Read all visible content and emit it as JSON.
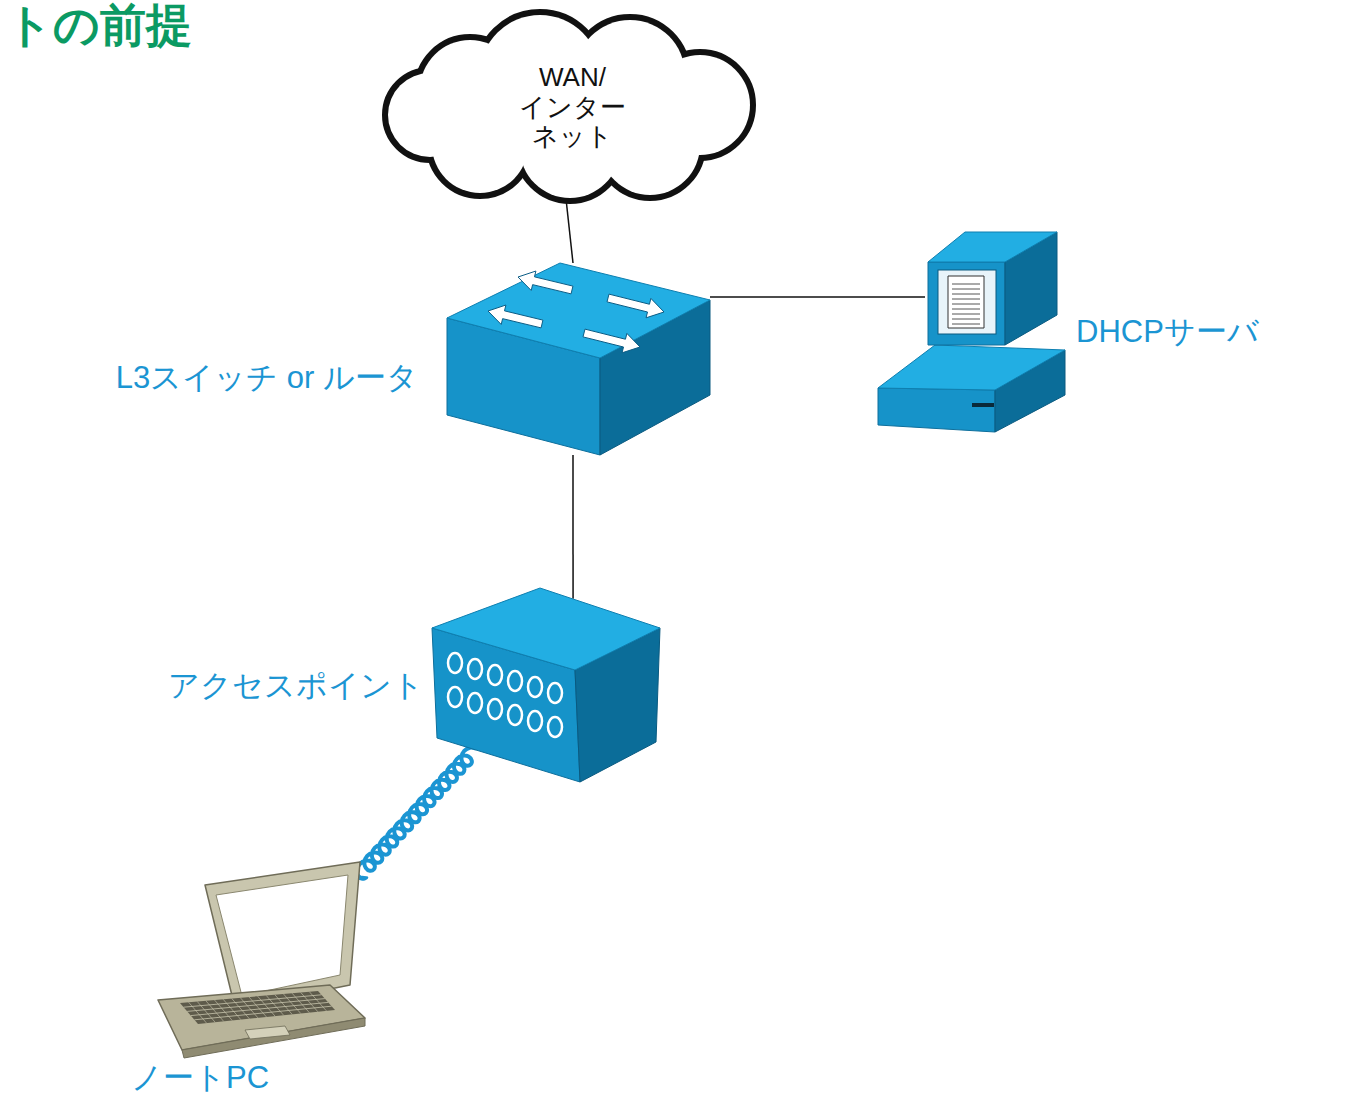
{
  "diagram": {
    "title": "トの前提",
    "nodes": [
      {
        "text": [
          "WAN/ インター ネット"
        ]
      },
      {
        "text": [
          "L3スイッチ or ルータ"
        ]
      },
      {
        "text": [
          "DHCPサーバ"
        ]
      },
      {
        "text": [
          "アクセスポイント"
        ]
      },
      {
        "text": [
          "ノートPC"
        ]
      }
    ],
    "edges": [
      {
        "from": 0,
        "to": 1,
        "arrow": "none"
      },
      {
        "from": 1,
        "to": 2,
        "arrow": "none"
      },
      {
        "from": 1,
        "to": 3,
        "arrow": "none"
      },
      {
        "from": 3,
        "to": 4,
        "arrow": "none"
      }
    ]
  }
}
